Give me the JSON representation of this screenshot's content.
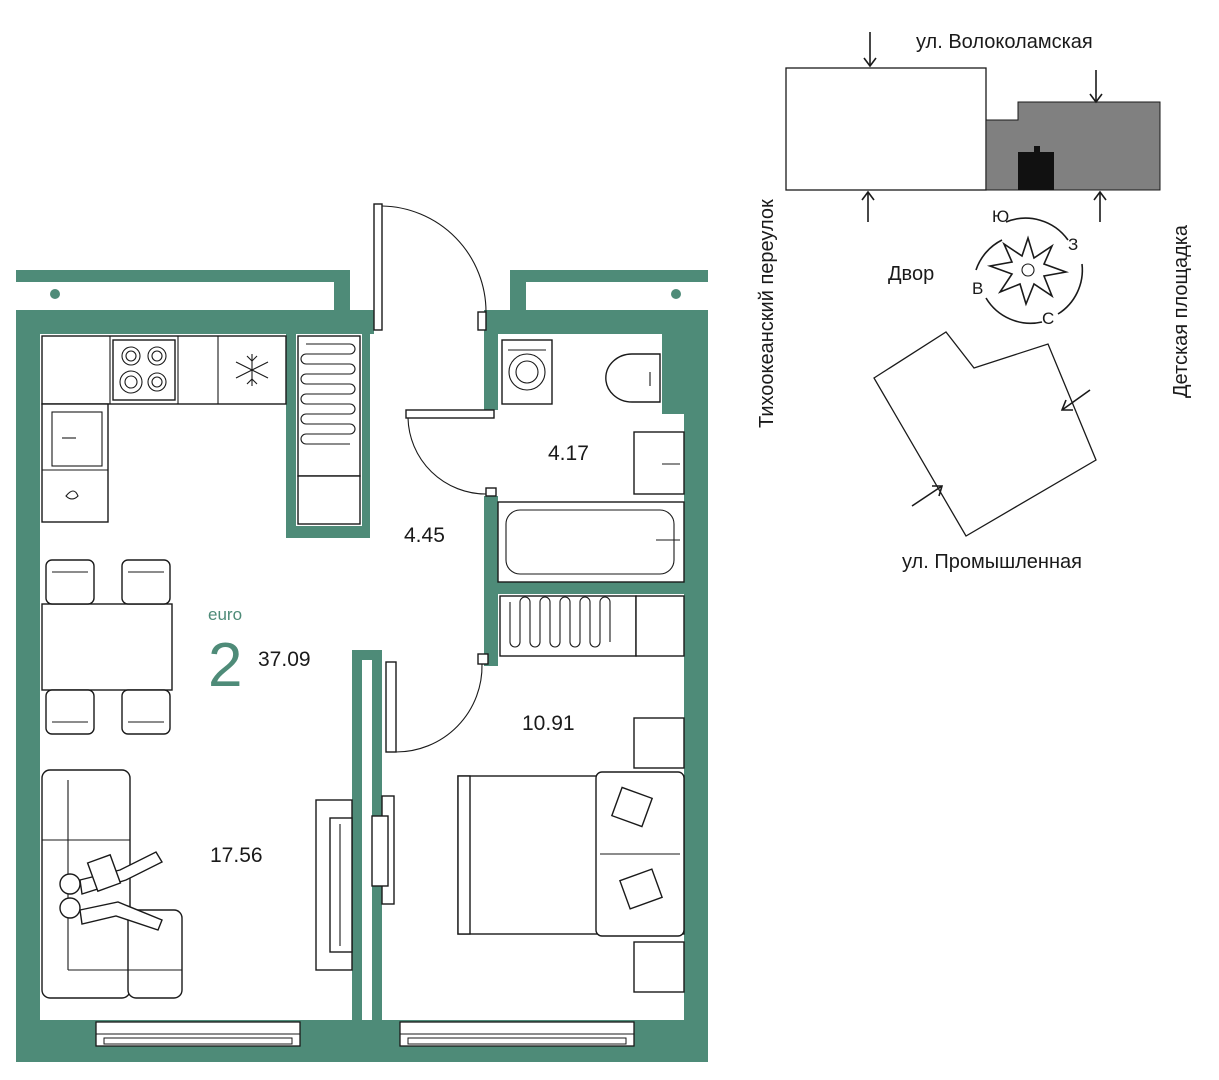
{
  "colors": {
    "wall": "#4e8b78",
    "badge_text": "#4e8b78",
    "building_dark": "#808080",
    "line": "#1a1a1a"
  },
  "apartment": {
    "type_label": "euro",
    "rooms_count": "2",
    "total_area": "37.09"
  },
  "rooms": {
    "kitchen_living": "17.56",
    "hallway": "4.45",
    "bathroom": "4.17",
    "bedroom": "10.91"
  },
  "site_plan": {
    "street_top": "ул. Волоколамская",
    "street_left": "Тихоокеанский переулок",
    "street_right": "Детская площадка",
    "street_bottom": "ул. Промышленная",
    "yard_label": "Двор",
    "compass": {
      "south": "Ю",
      "west": "З",
      "east": "В",
      "north": "С"
    }
  }
}
